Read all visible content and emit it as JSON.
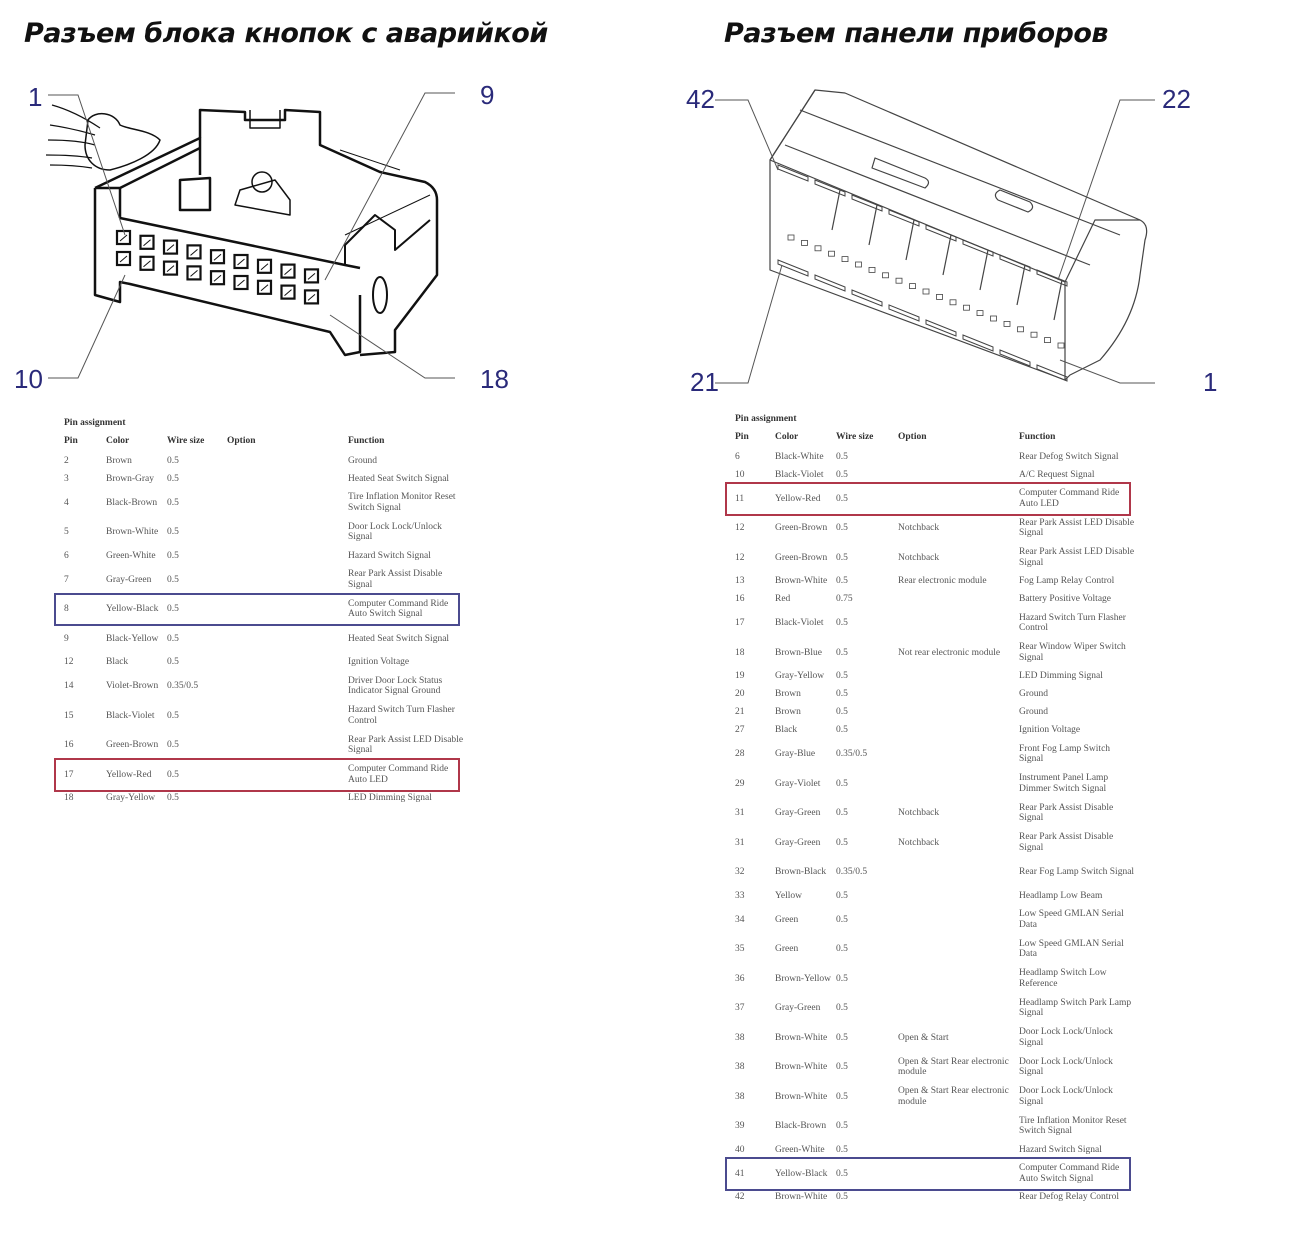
{
  "titles": {
    "left": "Разъем блока кнопок с аварийкой",
    "right": "Разъем панели приборов"
  },
  "colors": {
    "callout_text": "#2a2a7a",
    "highlight_blue": "#4b4b8f",
    "highlight_red": "#b0374a"
  },
  "left_connector": {
    "callouts": [
      "1",
      "9",
      "10",
      "18"
    ],
    "caption": "Pin assignment",
    "headers": [
      "Pin",
      "Color",
      "Wire size",
      "Option",
      "Function"
    ],
    "rows": [
      {
        "pin": "2",
        "color": "Brown",
        "wire": "0.5",
        "option": "",
        "function": "Ground"
      },
      {
        "pin": "3",
        "color": "Brown-Gray",
        "wire": "0.5",
        "option": "",
        "function": "Heated Seat Switch Signal"
      },
      {
        "pin": "4",
        "color": "Black-Brown",
        "wire": "0.5",
        "option": "",
        "function": "Tire Inflation Monitor Reset Switch Signal"
      },
      {
        "pin": "5",
        "color": "Brown-White",
        "wire": "0.5",
        "option": "",
        "function": "Door Lock Lock/Unlock Signal"
      },
      {
        "pin": "6",
        "color": "Green-White",
        "wire": "0.5",
        "option": "",
        "function": "Hazard Switch Signal"
      },
      {
        "pin": "7",
        "color": "Gray-Green",
        "wire": "0.5",
        "option": "",
        "function": "Rear Park Assist Disable Signal"
      },
      {
        "pin": "8",
        "color": "Yellow-Black",
        "wire": "0.5",
        "option": "",
        "function": "Computer Command Ride Auto Switch Signal",
        "highlight": "blue"
      },
      {
        "pin": "9",
        "color": "Black-Yellow",
        "wire": "0.5",
        "option": "",
        "function": "Heated Seat Switch Signal"
      },
      {
        "pin": "12",
        "color": "Black",
        "wire": "0.5",
        "option": "",
        "function": "Ignition Voltage"
      },
      {
        "pin": "14",
        "color": "Violet-Brown",
        "wire": "0.35/0.5",
        "option": "",
        "function": "Driver Door Lock Status Indicator Signal Ground"
      },
      {
        "pin": "15",
        "color": "Black-Violet",
        "wire": "0.5",
        "option": "",
        "function": "Hazard Switch Turn Flasher Control"
      },
      {
        "pin": "16",
        "color": "Green-Brown",
        "wire": "0.5",
        "option": "",
        "function": "Rear Park Assist LED Disable Signal"
      },
      {
        "pin": "17",
        "color": "Yellow-Red",
        "wire": "0.5",
        "option": "",
        "function": "Computer Command Ride Auto LED",
        "highlight": "red"
      },
      {
        "pin": "18",
        "color": "Gray-Yellow",
        "wire": "0.5",
        "option": "",
        "function": "LED Dimming Signal"
      }
    ]
  },
  "right_connector": {
    "callouts": [
      "42",
      "22",
      "21",
      "1"
    ],
    "caption": "Pin assignment",
    "headers": [
      "Pin",
      "Color",
      "Wire size",
      "Option",
      "Function"
    ],
    "rows": [
      {
        "pin": "6",
        "color": "Black-White",
        "wire": "0.5",
        "option": "",
        "function": "Rear Defog Switch Signal"
      },
      {
        "pin": "10",
        "color": "Black-Violet",
        "wire": "0.5",
        "option": "",
        "function": "A/C Request Signal"
      },
      {
        "pin": "11",
        "color": "Yellow-Red",
        "wire": "0.5",
        "option": "",
        "function": "Computer Command Ride Auto LED",
        "highlight": "red"
      },
      {
        "pin": "12",
        "color": "Green-Brown",
        "wire": "0.5",
        "option": "Notchback",
        "function": "Rear Park Assist LED Disable Signal"
      },
      {
        "pin": "12",
        "color": "Green-Brown",
        "wire": "0.5",
        "option": "Notchback",
        "function": "Rear Park Assist LED Disable Signal"
      },
      {
        "pin": "13",
        "color": "Brown-White",
        "wire": "0.5",
        "option": "Rear electronic module",
        "function": "Fog Lamp Relay Control"
      },
      {
        "pin": "16",
        "color": "Red",
        "wire": "0.75",
        "option": "",
        "function": "Battery Positive Voltage"
      },
      {
        "pin": "17",
        "color": "Black-Violet",
        "wire": "0.5",
        "option": "",
        "function": "Hazard Switch Turn Flasher Control"
      },
      {
        "pin": "18",
        "color": "Brown-Blue",
        "wire": "0.5",
        "option": "Not rear electronic module",
        "function": "Rear Window Wiper Switch Signal"
      },
      {
        "pin": "19",
        "color": "Gray-Yellow",
        "wire": "0.5",
        "option": "",
        "function": "LED Dimming Signal"
      },
      {
        "pin": "20",
        "color": "Brown",
        "wire": "0.5",
        "option": "",
        "function": "Ground"
      },
      {
        "pin": "21",
        "color": "Brown",
        "wire": "0.5",
        "option": "",
        "function": "Ground"
      },
      {
        "pin": "27",
        "color": "Black",
        "wire": "0.5",
        "option": "",
        "function": "Ignition Voltage"
      },
      {
        "pin": "28",
        "color": "Gray-Blue",
        "wire": "0.35/0.5",
        "option": "",
        "function": "Front Fog Lamp Switch Signal"
      },
      {
        "pin": "29",
        "color": "Gray-Violet",
        "wire": "0.5",
        "option": "",
        "function": "Instrument Panel Lamp Dimmer Switch Signal"
      },
      {
        "pin": "31",
        "color": "Gray-Green",
        "wire": "0.5",
        "option": "Notchback",
        "function": "Rear Park Assist Disable Signal"
      },
      {
        "pin": "31",
        "color": "Gray-Green",
        "wire": "0.5",
        "option": "Notchback",
        "function": "Rear Park Assist Disable Signal"
      },
      {
        "pin": "32",
        "color": "Brown-Black",
        "wire": "0.35/0.5",
        "option": "",
        "function": "Rear Fog Lamp Switch Signal"
      },
      {
        "pin": "33",
        "color": "Yellow",
        "wire": "0.5",
        "option": "",
        "function": "Headlamp Low Beam"
      },
      {
        "pin": "34",
        "color": "Green",
        "wire": "0.5",
        "option": "",
        "function": "Low Speed GMLAN Serial Data"
      },
      {
        "pin": "35",
        "color": "Green",
        "wire": "0.5",
        "option": "",
        "function": "Low Speed GMLAN Serial Data"
      },
      {
        "pin": "36",
        "color": "Brown-Yellow",
        "wire": "0.5",
        "option": "",
        "function": "Headlamp Switch Low Reference"
      },
      {
        "pin": "37",
        "color": "Gray-Green",
        "wire": "0.5",
        "option": "",
        "function": "Headlamp Switch Park Lamp Signal"
      },
      {
        "pin": "38",
        "color": "Brown-White",
        "wire": "0.5",
        "option": "Open & Start",
        "function": "Door Lock Lock/Unlock Signal"
      },
      {
        "pin": "38",
        "color": "Brown-White",
        "wire": "0.5",
        "option": "Open & Start Rear electronic module",
        "function": "Door Lock Lock/Unlock Signal"
      },
      {
        "pin": "38",
        "color": "Brown-White",
        "wire": "0.5",
        "option": "Open & Start Rear electronic module",
        "function": "Door Lock Lock/Unlock Signal"
      },
      {
        "pin": "39",
        "color": "Black-Brown",
        "wire": "0.5",
        "option": "",
        "function": "Tire Inflation Monitor Reset Switch Signal"
      },
      {
        "pin": "40",
        "color": "Green-White",
        "wire": "0.5",
        "option": "",
        "function": "Hazard Switch Signal"
      },
      {
        "pin": "41",
        "color": "Yellow-Black",
        "wire": "0.5",
        "option": "",
        "function": "Computer Command Ride Auto Switch Signal",
        "highlight": "blue"
      },
      {
        "pin": "42",
        "color": "Brown-White",
        "wire": "0.5",
        "option": "",
        "function": "Rear Defog Relay Control"
      }
    ]
  }
}
